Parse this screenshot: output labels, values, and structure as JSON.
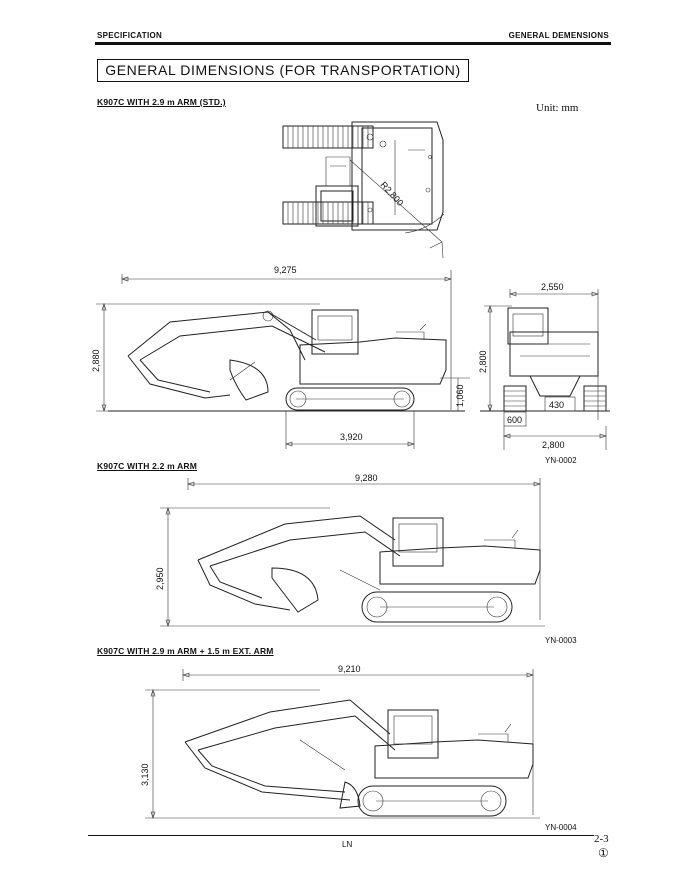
{
  "header": {
    "left": "SPECIFICATION",
    "right": "GENERAL DEMENSIONS"
  },
  "title": "GENERAL DIMENSIONS (FOR TRANSPORTATION)",
  "unit": "Unit: mm",
  "sections": [
    {
      "caption": "K907C WITH 2.9 m ARM (STD.)",
      "figure_id": "YN-0002",
      "top_view": {
        "radius_label": "R2,800"
      },
      "side_view": {
        "overall_length": "9,275",
        "overall_height": "2,880",
        "clearance_height": "1,060",
        "track_length": "3,920"
      },
      "rear_view": {
        "width": "2,550",
        "height": "2,800",
        "ground_clearance": "430",
        "shoe_width": "600",
        "track_gauge_width": "2,800"
      }
    },
    {
      "caption": "K907C WITH 2.2 m ARM",
      "figure_id": "YN-0003",
      "overall_length": "9,280",
      "overall_height": "2,950"
    },
    {
      "caption": "K907C WITH 2.9 m ARM + 1.5 m EXT. ARM",
      "figure_id": "YN-0004",
      "overall_length": "9,210",
      "overall_height": "3,130"
    }
  ],
  "footer": {
    "center": "LN",
    "page": "2-3",
    "revision": "①"
  }
}
